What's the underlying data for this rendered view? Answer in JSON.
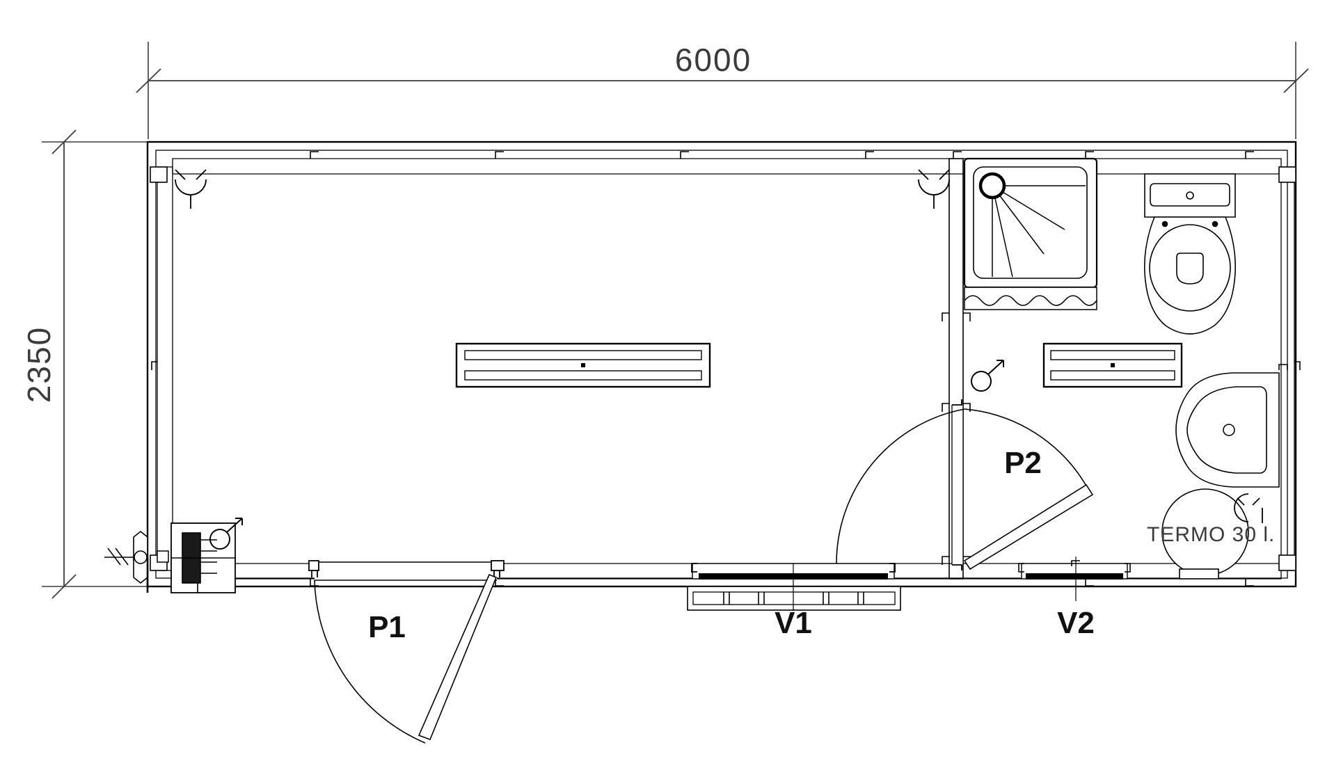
{
  "drawing": {
    "type": "architectural-floor-plan",
    "subject": "Prefabricated modular site container unit — 6000 x 2350 mm",
    "units": "mm",
    "line_color": "#000000",
    "dim_color": "#3b3b3b",
    "background_color": "#ffffff"
  },
  "dimensions": {
    "overall_width": {
      "label": "6000",
      "axis": "horizontal",
      "position": "top"
    },
    "overall_height": {
      "label": "2350",
      "axis": "vertical",
      "position": "left",
      "rotated": true
    }
  },
  "rooms": [
    {
      "id": "main-room",
      "name": "Main room / office",
      "label": ""
    },
    {
      "id": "bathroom",
      "name": "Bathroom / WC",
      "label": ""
    }
  ],
  "openings": [
    {
      "id": "P1",
      "tag": "P1",
      "kind": "door",
      "description": "Entrance door, single leaf, opens outward, hinged right"
    },
    {
      "id": "P2",
      "tag": "P2",
      "kind": "door",
      "description": "Bathroom door, single leaf, opens inward into bathroom, hinged bottom"
    },
    {
      "id": "V1",
      "tag": "V1",
      "kind": "window",
      "description": "Sliding window with roller shutter, main room, south wall"
    },
    {
      "id": "V2",
      "tag": "V2",
      "kind": "window",
      "description": "Small window, bathroom, south wall"
    }
  ],
  "fixtures": [
    {
      "id": "shower",
      "name": "shower-tray",
      "label": "",
      "description": "Square shower tray with drain and curtain rail"
    },
    {
      "id": "wc",
      "name": "toilet-wc",
      "label": "",
      "description": "WC pan with cistern against north wall"
    },
    {
      "id": "basin",
      "name": "washbasin",
      "label": "",
      "description": "Wall-hung washbasin on east wall"
    },
    {
      "id": "water-heater",
      "name": "water-heater",
      "label": "TERMO  30 l.",
      "description": "Circular electric water heater, 30 litre"
    }
  ],
  "electrical": [
    {
      "id": "panel",
      "name": "distribution-board",
      "label": "",
      "description": "Electrical distribution board / consumer unit at entrance"
    },
    {
      "id": "light-main",
      "name": "ceiling-light-fixture",
      "label": "",
      "description": "Twin fluorescent ceiling luminaire, main room"
    },
    {
      "id": "light-bath",
      "name": "ceiling-light-fixture",
      "label": "",
      "description": "Twin fluorescent ceiling luminaire, bathroom"
    },
    {
      "id": "switch-main",
      "name": "light-switch",
      "label": "",
      "description": "Wall light switch near entrance door"
    },
    {
      "id": "switch-bath",
      "name": "light-switch",
      "label": "",
      "description": "Wall light switch beside bathroom door"
    },
    {
      "id": "socket-nw",
      "name": "power-socket",
      "label": "",
      "description": "Power socket outlet, north-west corner"
    },
    {
      "id": "socket-ne",
      "name": "power-socket",
      "label": "",
      "description": "Power socket outlet, north wall near partition"
    },
    {
      "id": "socket-se",
      "name": "power-socket",
      "label": "",
      "description": "Power socket outlet, bathroom east wall"
    }
  ],
  "labels": {
    "dim_width": "6000",
    "dim_height": "2350",
    "door_p1": "P1",
    "door_p2": "P2",
    "window_v1": "V1",
    "window_v2": "V2",
    "termo": "TERMO  30 l."
  }
}
